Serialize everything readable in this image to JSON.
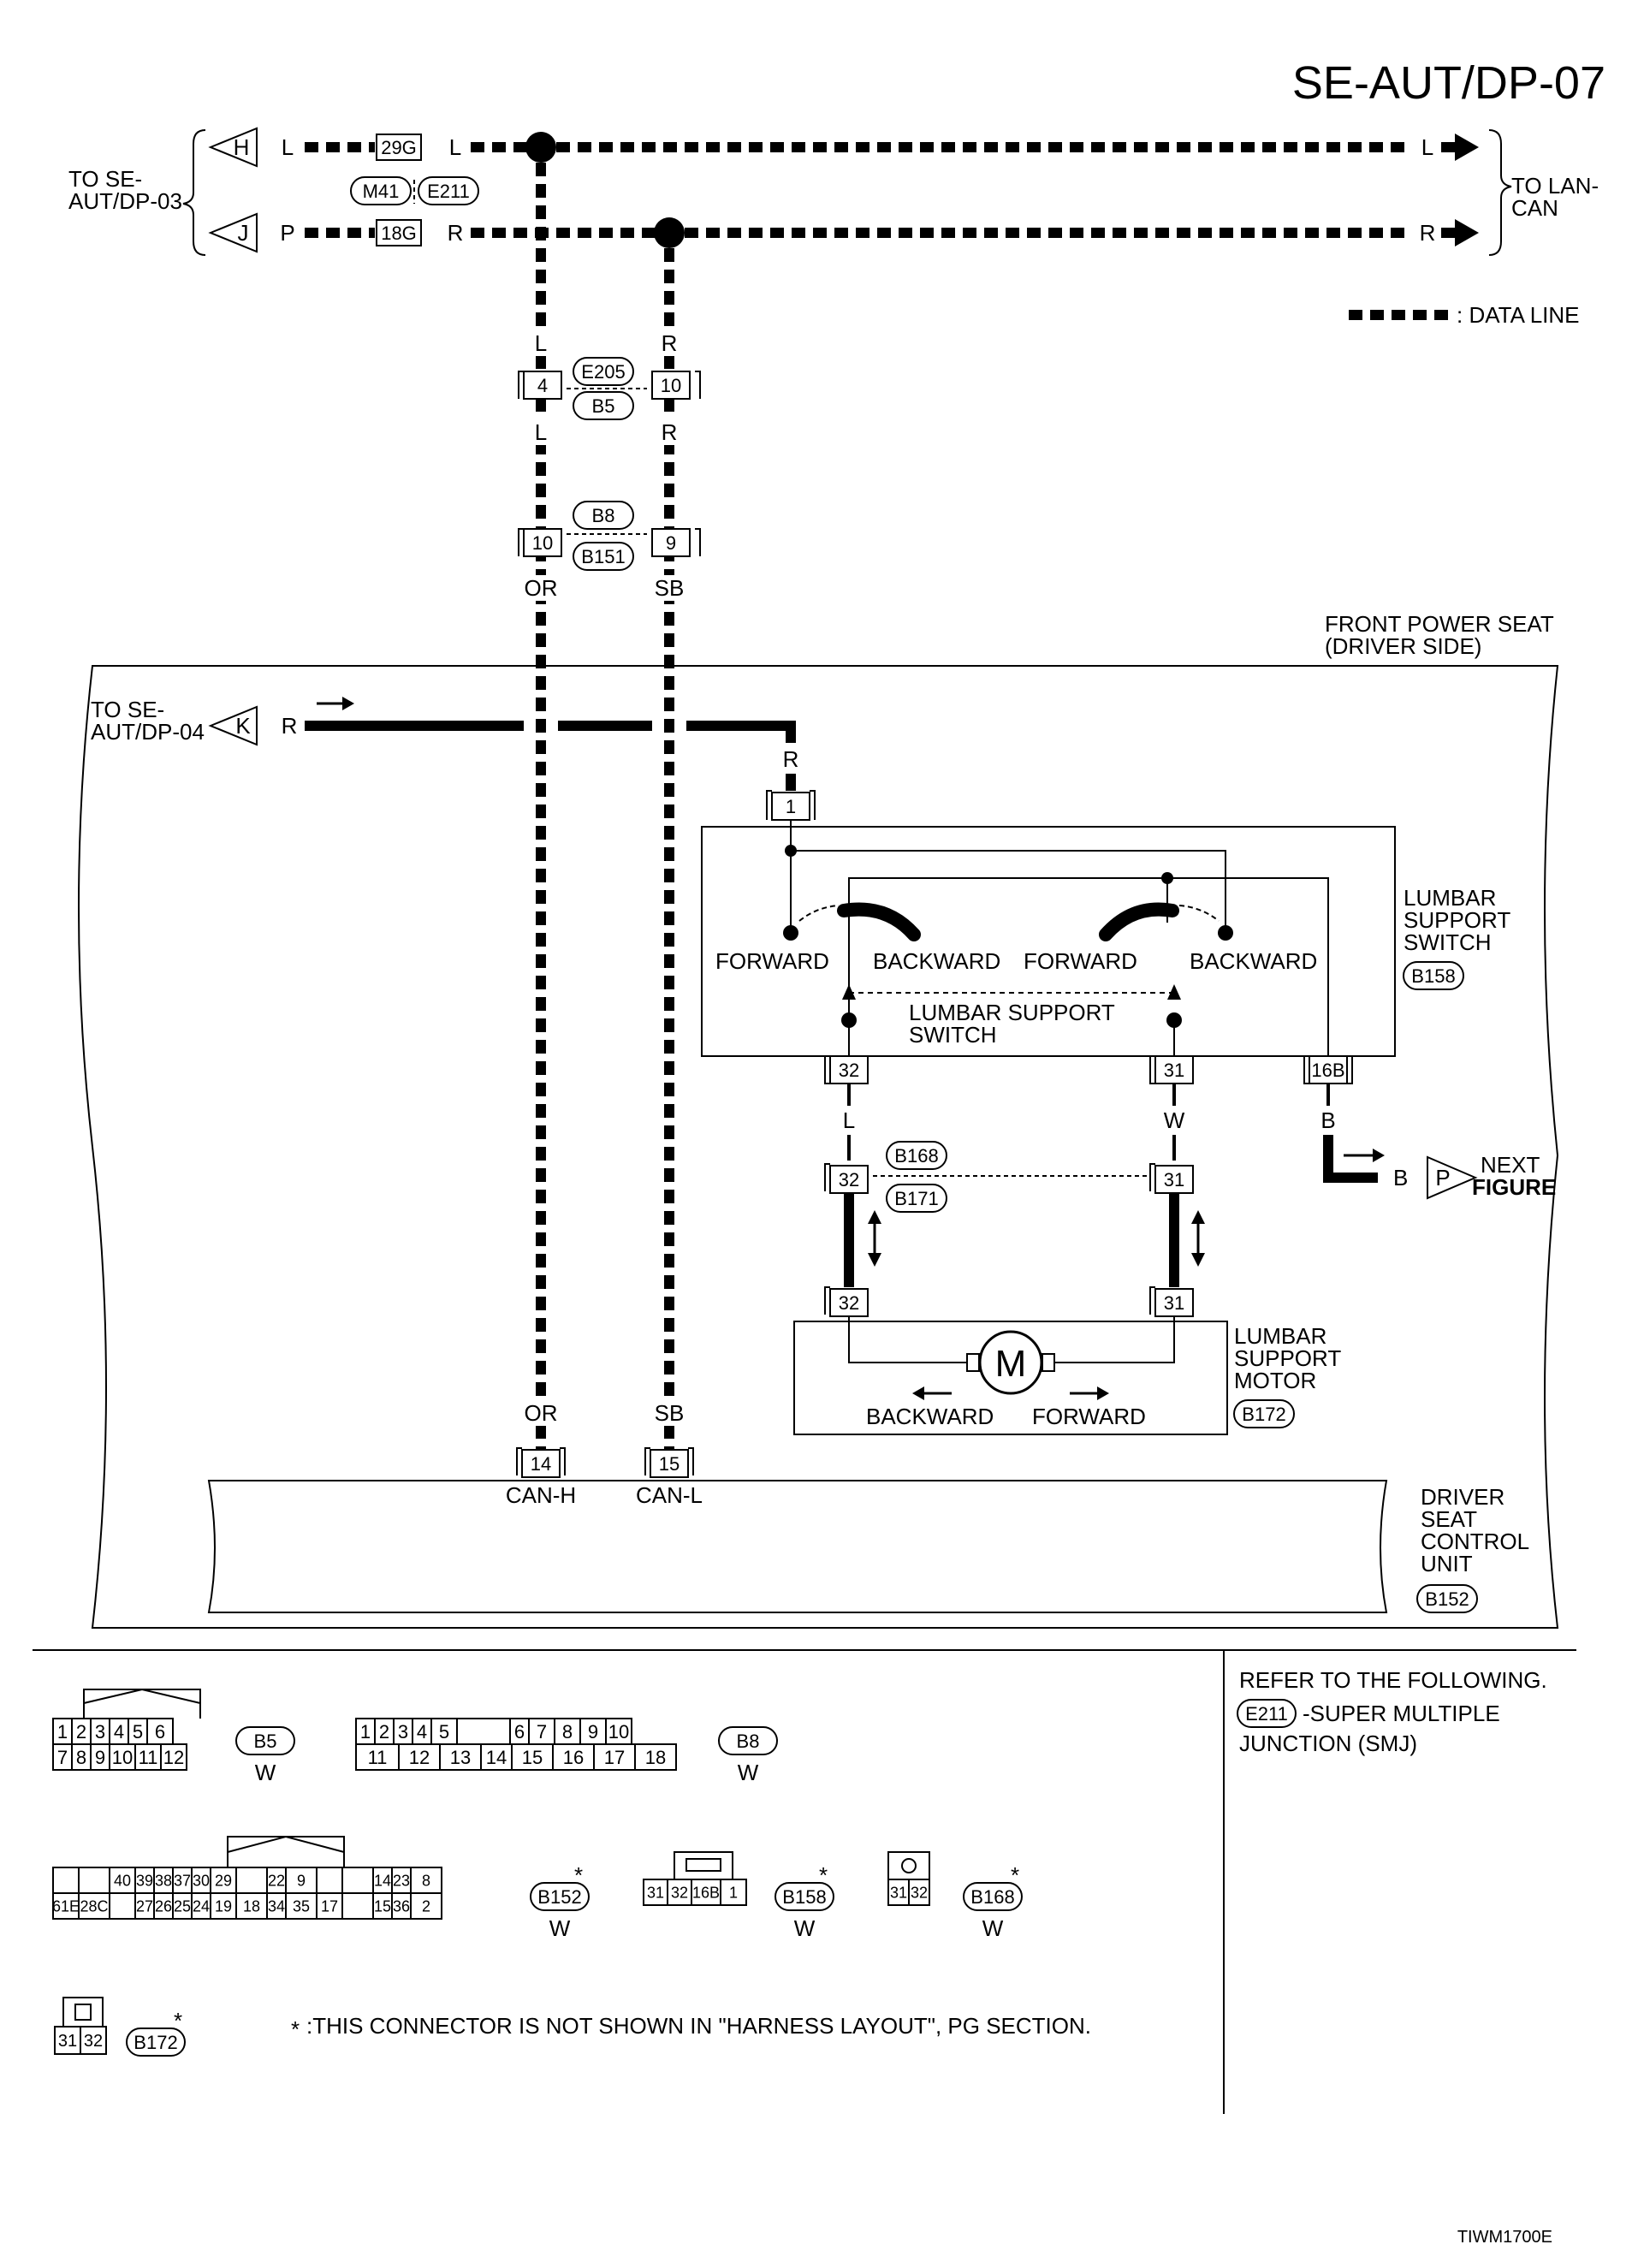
{
  "page": {
    "code": "SE-AUT/DP-07",
    "figure_id": "TIWM1700E"
  },
  "legend": {
    "data_line": ": DATA LINE"
  },
  "top": {
    "to_se_dp03_1": "TO SE-",
    "to_se_dp03_2": "AUT/DP-03",
    "to_lan_1": "TO LAN-",
    "to_lan_2": "CAN",
    "H": "H",
    "J": "J",
    "wire_L": "L",
    "wire_P": "P",
    "wire_R": "R",
    "pin_29G": "29G",
    "pin_18G": "18G",
    "M41": "M41",
    "E211": "E211"
  },
  "connectors": {
    "E205": "E205",
    "B5": "B5",
    "B8": "B8",
    "B151": "B151",
    "B168": "B168",
    "B171": "B171",
    "B158": "B158",
    "B172": "B172",
    "B152": "B152",
    "pin4": "4",
    "pin10a": "10",
    "pin10b": "10",
    "pin9": "9",
    "pin1": "1",
    "pin32a": "32",
    "pin31a": "31",
    "pin16B": "16B",
    "pin32b": "32",
    "pin31b": "31",
    "pin32c": "32",
    "pin31c": "31",
    "pin14": "14",
    "pin15": "15"
  },
  "wires": {
    "L": "L",
    "R": "R",
    "OR": "OR",
    "SB": "SB",
    "W": "W",
    "B": "B"
  },
  "seat": {
    "title_1": "FRONT POWER SEAT",
    "title_2": "(DRIVER SIDE)",
    "to_se_dp04_1": "TO SE-",
    "to_se_dp04_2": "AUT/DP-04",
    "K": "K",
    "P": "P",
    "next_1": "NEXT",
    "next_2": "FIGURE"
  },
  "switch": {
    "name_1": "LUMBAR",
    "name_2": "SUPPORT",
    "name_3": "SWITCH",
    "forward_1": "FORWARD",
    "backward_1": "BACKWARD",
    "forward_2": "FORWARD",
    "backward_2": "BACKWARD",
    "inner_1": "LUMBAR SUPPORT",
    "inner_2": "SWITCH"
  },
  "motor": {
    "name_1": "LUMBAR",
    "name_2": "SUPPORT",
    "name_3": "MOTOR",
    "M": "M",
    "backward": "BACKWARD",
    "forward": "FORWARD"
  },
  "control_unit": {
    "name_1": "DRIVER",
    "name_2": "SEAT",
    "name_3": "CONTROL",
    "name_4": "UNIT",
    "can_h": "CAN-H",
    "can_l": "CAN-L"
  },
  "refer": {
    "line_1": "REFER TO THE FOLLOWING.",
    "conn": "E211",
    "line_2": "-SUPER MULTIPLE",
    "line_3": "JUNCTION (SMJ)"
  },
  "faces": {
    "color_w": "W",
    "star": "*",
    "note": ":THIS CONNECTOR IS NOT SHOWN IN \"HARNESS LAYOUT\", PG SECTION.",
    "b5_top": [
      "1",
      "2",
      "3",
      "4",
      "5",
      "6"
    ],
    "b5_bot": [
      "7",
      "8",
      "9",
      "10",
      "11",
      "12"
    ],
    "b8_top": [
      "1",
      "2",
      "3",
      "4",
      "5",
      "",
      "6",
      "7",
      "8",
      "9",
      "10"
    ],
    "b8_bot": [
      "11",
      "12",
      "13",
      "14",
      "15",
      "16",
      "17",
      "18"
    ],
    "b152_top": [
      "",
      "",
      "40",
      "39",
      "38",
      "37",
      "30",
      "29",
      "",
      "22",
      "9",
      "",
      "",
      "14",
      "23",
      "8"
    ],
    "b152_bot": [
      "61E",
      "28C",
      "",
      "27",
      "26",
      "25",
      "24",
      "19",
      "18",
      "34",
      "35",
      "17",
      "",
      "15",
      "36",
      "2"
    ],
    "b158_cells": [
      "31",
      "32",
      "16B",
      "1"
    ],
    "b168_cells": [
      "31",
      "32"
    ],
    "b172_cells": [
      "31",
      "32"
    ]
  }
}
